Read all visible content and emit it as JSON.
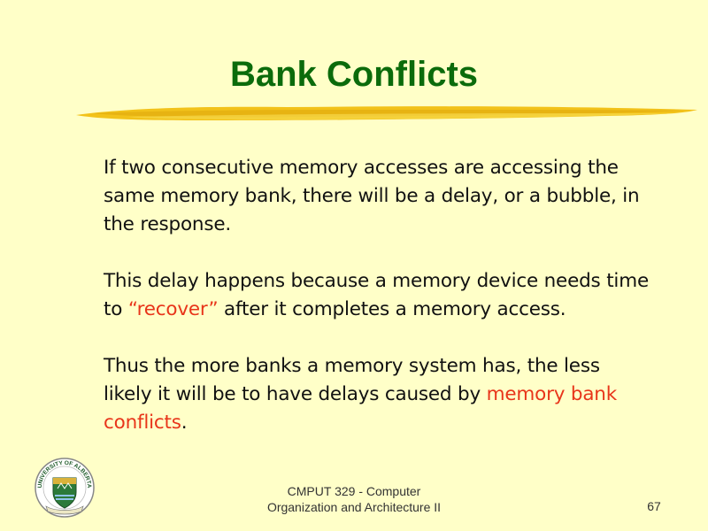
{
  "slide": {
    "title": "Bank Conflicts",
    "paragraphs": [
      {
        "segments": [
          {
            "text": "If two consecutive memory accesses are accessing the same memory bank, there will be a delay, or a bubble, in the response.",
            "highlight": false
          }
        ]
      },
      {
        "segments": [
          {
            "text": "This delay happens because a memory device needs time to ",
            "highlight": false
          },
          {
            "text": "“recover”",
            "highlight": true
          },
          {
            "text": " after it completes a memory access.",
            "highlight": false
          }
        ]
      },
      {
        "segments": [
          {
            "text": "Thus the more banks a memory system has, the less likely it will be to have delays caused by ",
            "highlight": false
          },
          {
            "text": "memory bank conflicts",
            "highlight": true
          },
          {
            "text": ".",
            "highlight": false
          }
        ]
      }
    ]
  },
  "footer": {
    "course_line1": "CMPUT 329 - Computer",
    "course_line2": "Organization and Architecture II",
    "page_number": "67",
    "logo_text": "UNIVERSITY OF ALBERTA"
  },
  "colors": {
    "background": "#ffffc8",
    "title": "#0b6b0b",
    "highlight": "#e8351a",
    "brush": "#f2c21a"
  }
}
